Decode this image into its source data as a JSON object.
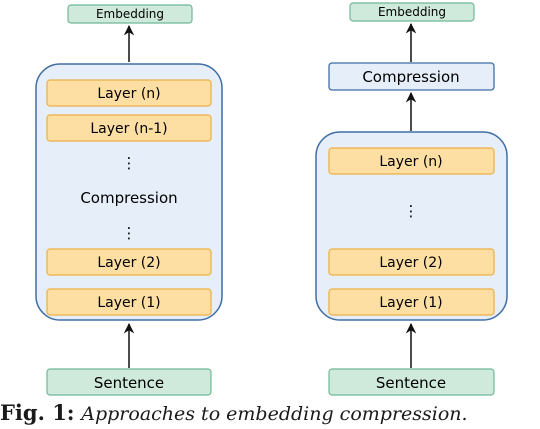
{
  "left": {
    "embedding": "Embedding",
    "layers": [
      "Layer (n)",
      "Layer (n-1)",
      "Layer (2)",
      "Layer (1)"
    ],
    "compression": "Compression",
    "ellipsis": "⋮",
    "sentence": "Sentence"
  },
  "right": {
    "embedding": "Embedding",
    "compression": "Compression",
    "layers": [
      "Layer (n)",
      "Layer (2)",
      "Layer (1)"
    ],
    "ellipsis": "⋮",
    "sentence": "Sentence"
  },
  "caption": {
    "label": "Fig. 1:",
    "text": "Approaches to embedding compression."
  },
  "colors": {
    "embedding_fill": "#cfeadb",
    "embedding_stroke": "#6fb898",
    "container_fill": "#e6eefa",
    "container_stroke": "#3f6ea3",
    "layer_fill": "#fddea3",
    "layer_stroke": "#ecb044",
    "sentence_fill": "#cfeadb",
    "sentence_stroke": "#6fb898",
    "arrow": "#111111"
  }
}
